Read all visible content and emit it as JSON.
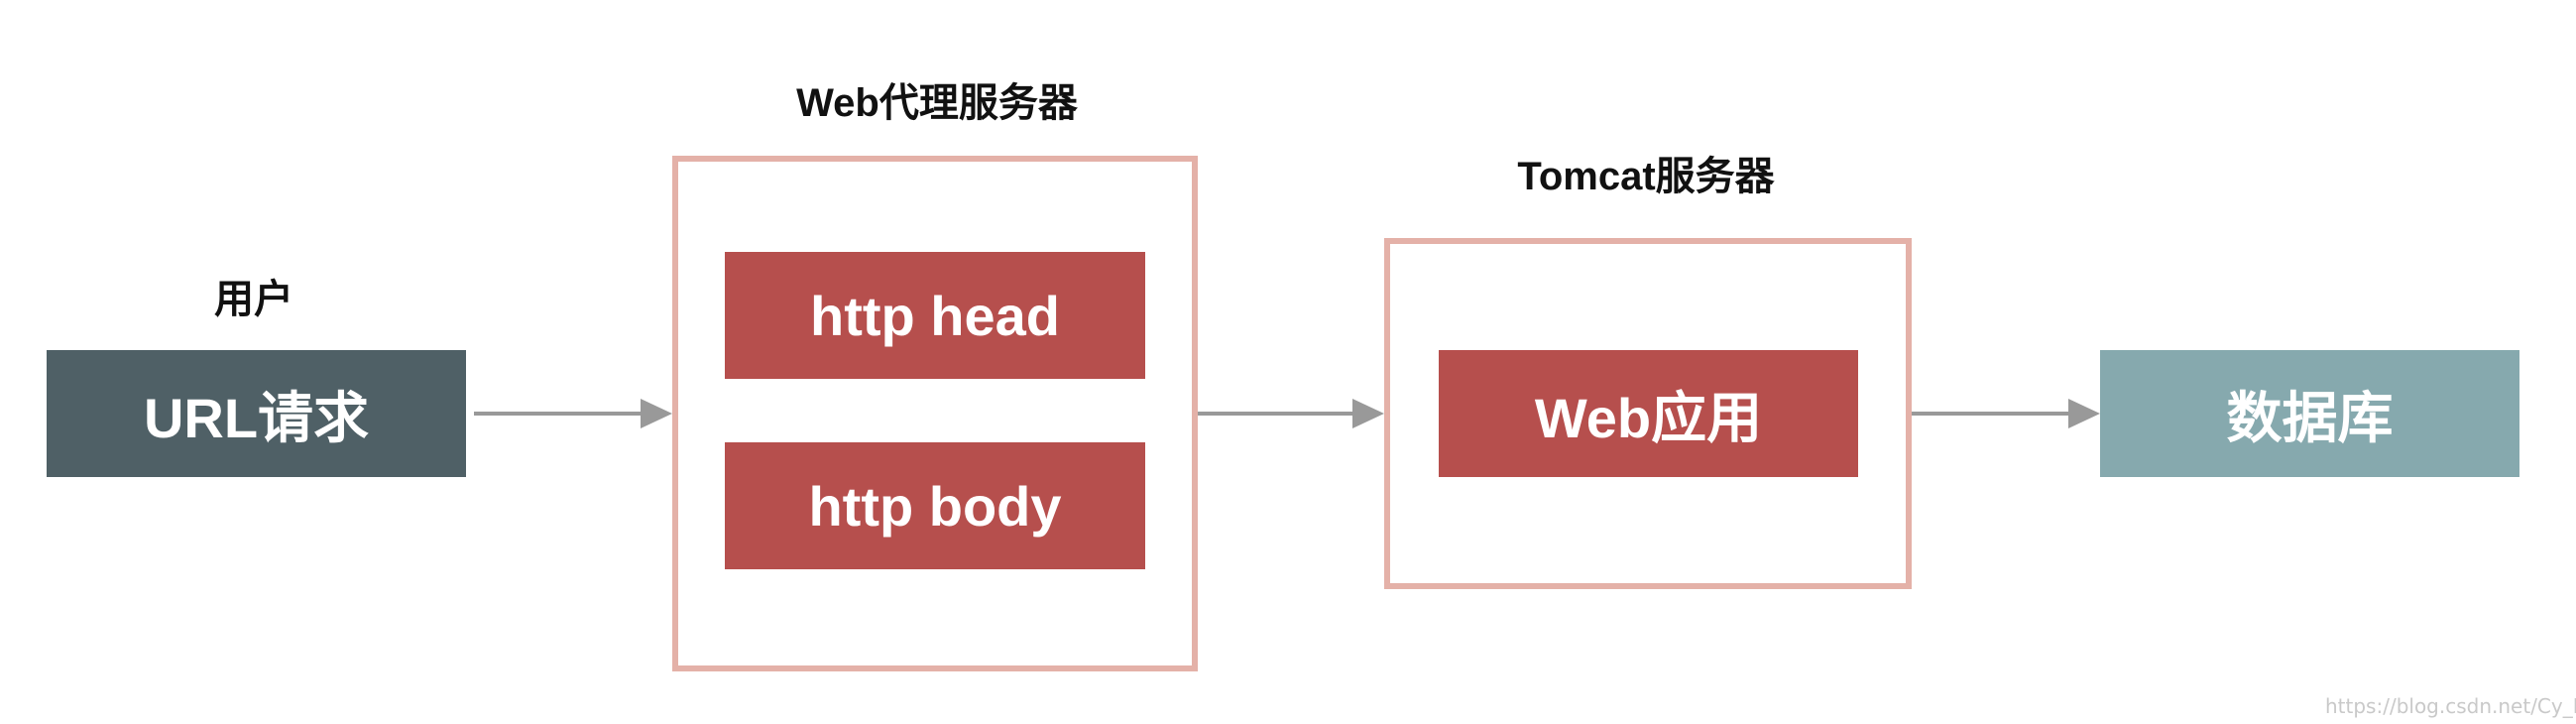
{
  "user": {
    "label": "用户",
    "box_text": "URL请求",
    "box_color": "#4f6066"
  },
  "proxy": {
    "title": "Web代理服务器",
    "head_text": "http head",
    "body_text": "http body",
    "frame_color": "#e4b1a8",
    "block_color": "#b64f4d"
  },
  "tomcat": {
    "title": "Tomcat服务器",
    "app_text": "Web应用",
    "frame_color": "#e4b1a8",
    "block_color": "#b64f4d"
  },
  "database": {
    "box_text": "数据库",
    "box_color": "#86a9ae"
  },
  "arrow_color": "#999999",
  "watermark": "https://blog.csdn.net/Cy_LightBule"
}
